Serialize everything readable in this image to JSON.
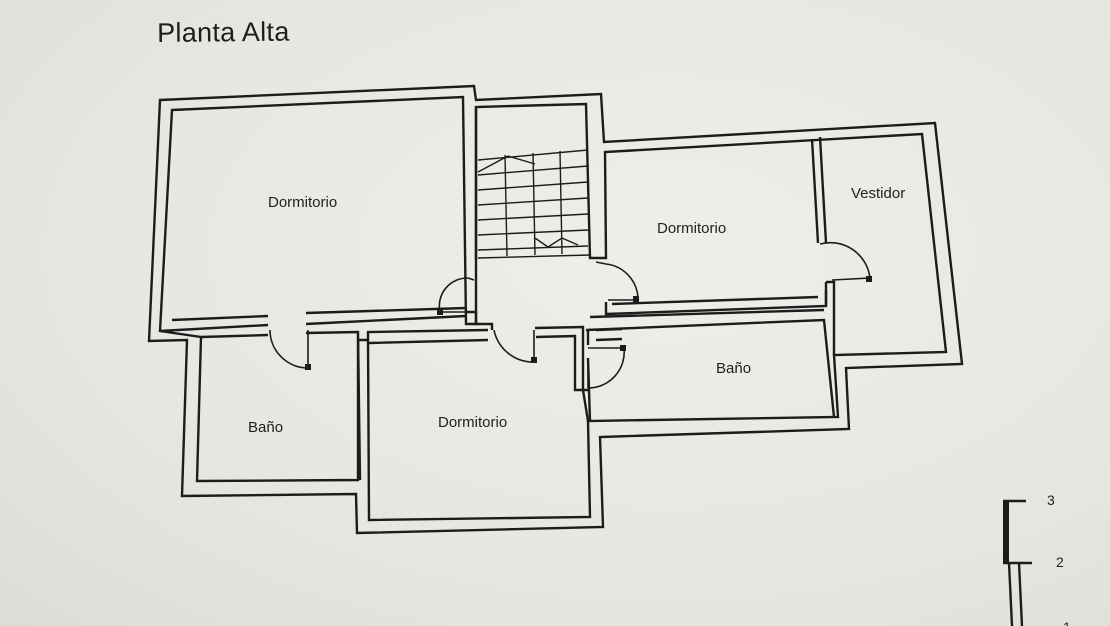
{
  "plan": {
    "title": "Planta Alta",
    "rooms": [
      {
        "id": "dormitorio-nw",
        "label": "Dormitorio"
      },
      {
        "id": "dormitorio-ne",
        "label": "Dormitorio"
      },
      {
        "id": "vestidor",
        "label": "Vestidor"
      },
      {
        "id": "bano-sw",
        "label": "Baño"
      },
      {
        "id": "dormitorio-s",
        "label": "Dormitorio"
      },
      {
        "id": "bano-e",
        "label": "Baño"
      }
    ],
    "scale": {
      "ticks": [
        "3",
        "2",
        "1"
      ]
    }
  }
}
